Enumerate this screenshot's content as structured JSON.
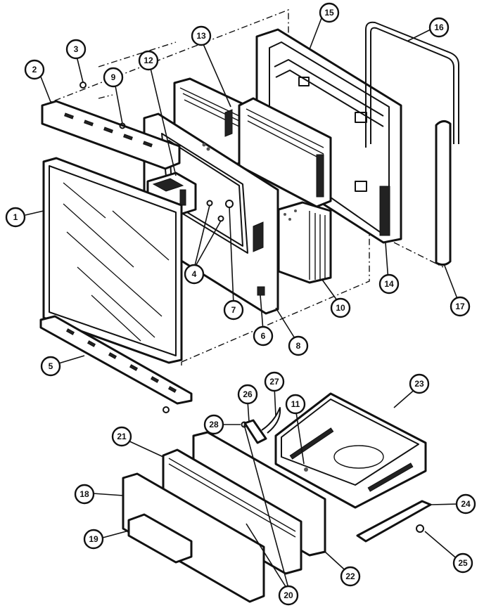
{
  "diagram": {
    "callouts": [
      {
        "number": "1"
      },
      {
        "number": "2"
      },
      {
        "number": "3"
      },
      {
        "number": "4"
      },
      {
        "number": "5"
      },
      {
        "number": "6"
      },
      {
        "number": "7"
      },
      {
        "number": "8"
      },
      {
        "number": "9"
      },
      {
        "number": "12"
      },
      {
        "number": "13"
      },
      {
        "number": "14"
      },
      {
        "number": "15"
      },
      {
        "number": "16"
      },
      {
        "number": "17"
      },
      {
        "number": "10"
      },
      {
        "number": "11"
      },
      {
        "number": "18"
      },
      {
        "number": "19"
      },
      {
        "number": "20"
      },
      {
        "number": "21"
      },
      {
        "number": "22"
      },
      {
        "number": "23"
      },
      {
        "number": "24"
      },
      {
        "number": "25"
      },
      {
        "number": "26"
      },
      {
        "number": "27"
      },
      {
        "number": "28"
      }
    ]
  }
}
